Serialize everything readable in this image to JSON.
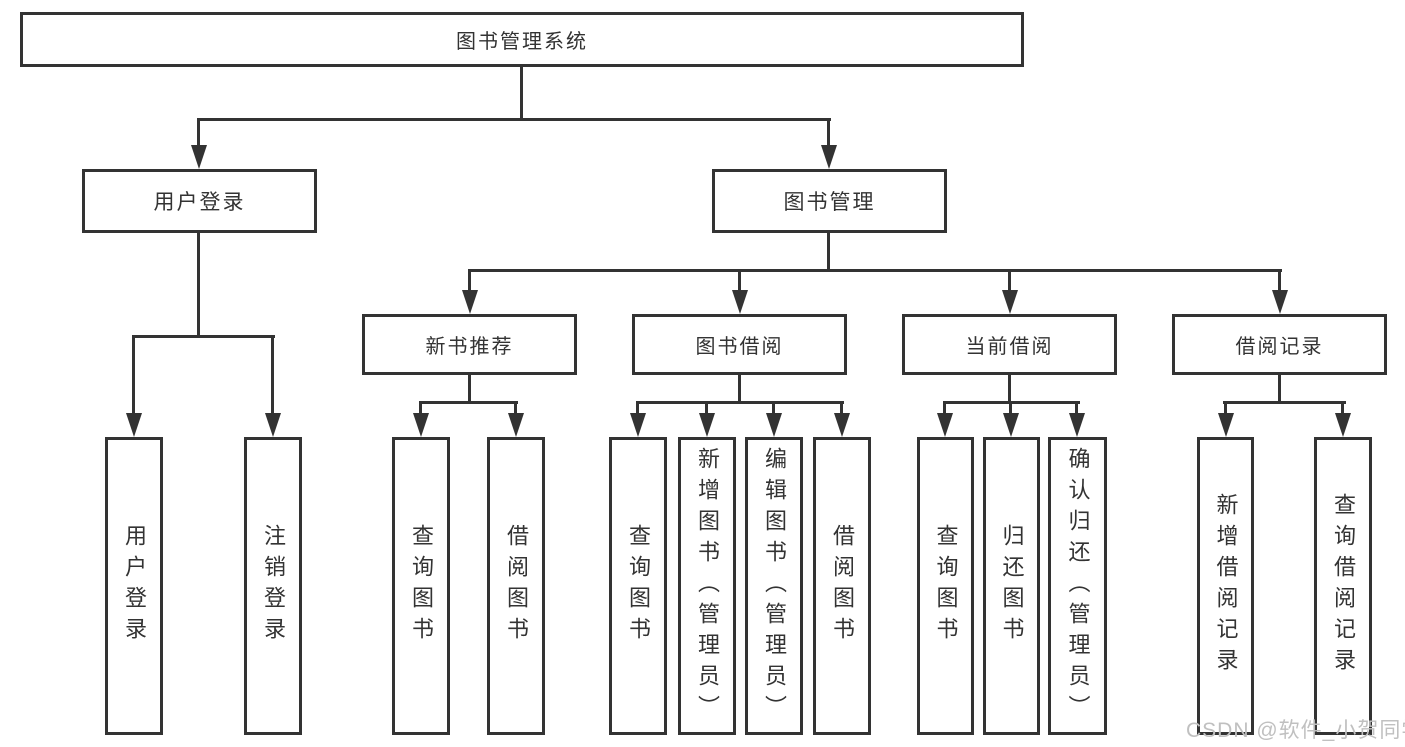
{
  "colors": {
    "line": "#333333",
    "text": "#333333",
    "box_fill": "#ffffff",
    "watermark": "#c0c0c0",
    "background": "#ffffff"
  },
  "tree": {
    "root": {
      "label": "图书管理系统",
      "children": [
        {
          "label": "用户登录",
          "children": [
            {
              "label": "用户登录"
            },
            {
              "label": "注销登录"
            }
          ]
        },
        {
          "label": "图书管理",
          "children": [
            {
              "label": "新书推荐",
              "children": [
                {
                  "label": "查询图书"
                },
                {
                  "label": "借阅图书"
                }
              ]
            },
            {
              "label": "图书借阅",
              "children": [
                {
                  "label": "查询图书"
                },
                {
                  "label": "新增图书（管理员）"
                },
                {
                  "label": "编辑图书（管理员）"
                },
                {
                  "label": "借阅图书"
                }
              ]
            },
            {
              "label": "当前借阅",
              "children": [
                {
                  "label": "查询图书"
                },
                {
                  "label": "归还图书"
                },
                {
                  "label": "确认归还（管理员）"
                }
              ]
            },
            {
              "label": "借阅记录",
              "children": [
                {
                  "label": "新增借阅记录"
                },
                {
                  "label": "查询借阅记录"
                }
              ]
            }
          ]
        }
      ]
    }
  },
  "watermark": {
    "text": "CSDN @软件_小贺同学"
  }
}
